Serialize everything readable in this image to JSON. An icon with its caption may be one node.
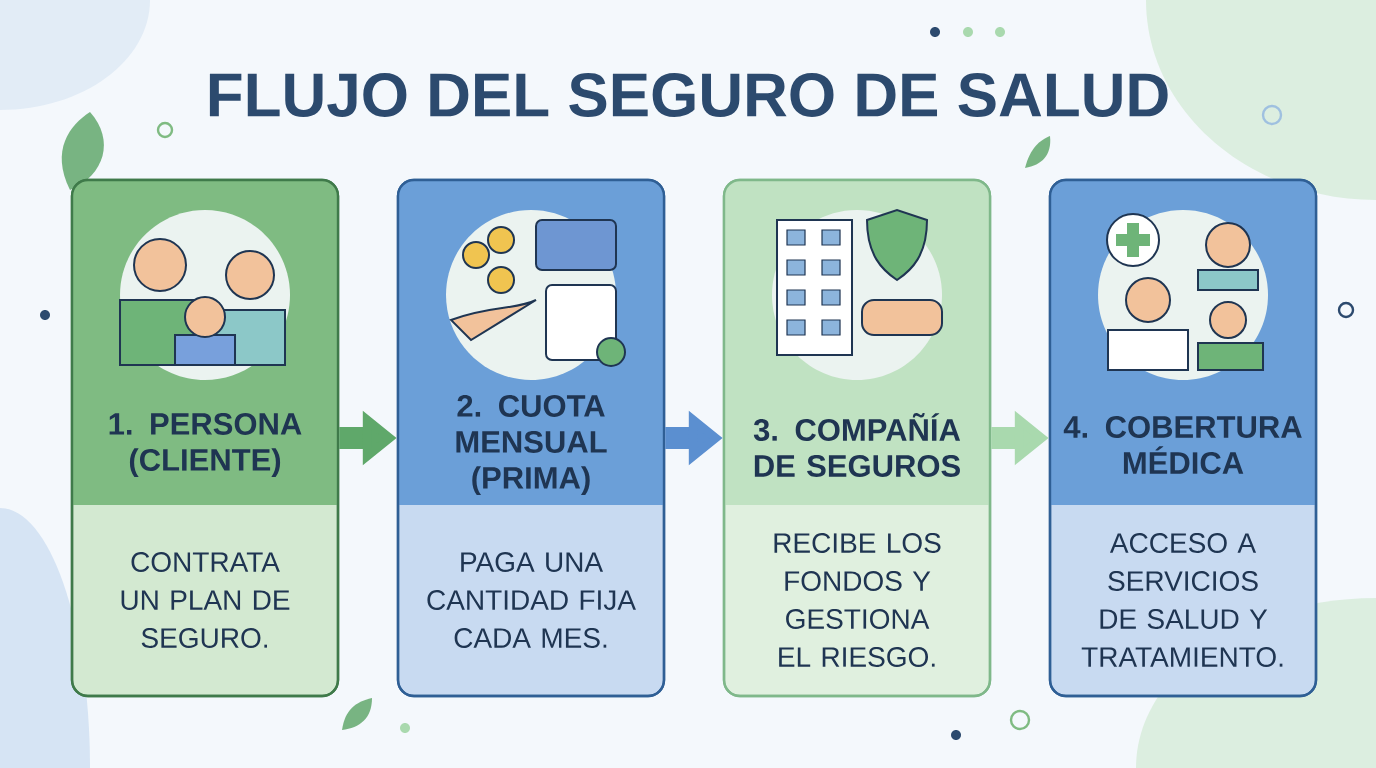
{
  "diagram": {
    "title": "FLUJO DEL SEGURO DE SALUD",
    "nodes": [
      {
        "text": [
          "1. PERSONA (CLIENTE)",
          "CONTRATA UN PLAN DE SEGURO."
        ]
      },
      {
        "text": [
          "2. CUOTA MENSUAL (PRIMA)",
          "PAGA UNA CANTIDAD FIJA CADA MES."
        ]
      },
      {
        "text": [
          "3. COMPAÑÍA DE SEGUROS",
          "RECIBE LOS FONDOS Y GESTIONA EL RIESGO."
        ]
      },
      {
        "text": [
          "4. COBERTURA MÉDICA",
          "ACCESO A SERVICIOS DE SALUD Y TRATAMIENTO."
        ]
      }
    ],
    "edges": [
      {
        "from": 0,
        "to": 1,
        "arrow": "to",
        "color": "#5fa86a"
      },
      {
        "from": 1,
        "to": 2,
        "arrow": "to",
        "color": "#5b8fd0"
      },
      {
        "from": 2,
        "to": 3,
        "arrow": "to",
        "color": "#a9d9ae"
      }
    ]
  }
}
